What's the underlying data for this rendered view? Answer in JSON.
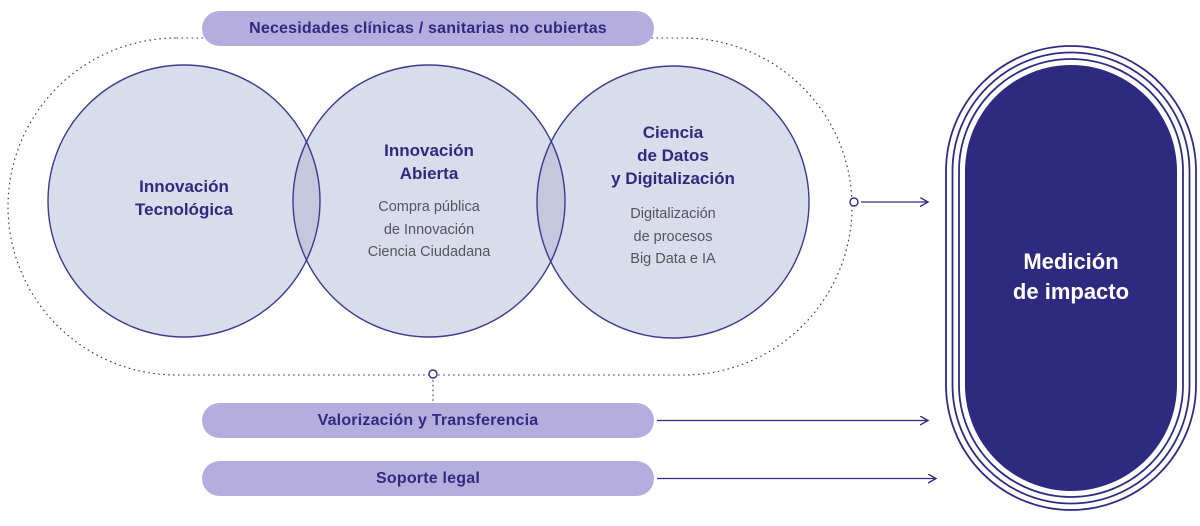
{
  "palette": {
    "indigo": "#312b85",
    "circle_fill": "#d9dcea",
    "overlap_fill": "#c5c8dd",
    "pill_fill": "#b6addf",
    "capsule_fill": "#2e2a80",
    "subtitle_gray": "#54545c"
  },
  "top_banner": {
    "label": "Necesidades clínicas / sanitarias no cubiertas"
  },
  "circles": [
    {
      "title": "Innovación\nTecnológica",
      "subtitle": ""
    },
    {
      "title": "Innovación\nAbierta",
      "subtitle": "Compra pública\nde Innovación\nCiencia Ciudadana"
    },
    {
      "title": "Ciencia\nde Datos\ny Digitalización",
      "subtitle": "Digitalización\nde procesos\nBig Data e IA"
    }
  ],
  "bottom_pills": [
    {
      "label": "Valorización y Transferencia"
    },
    {
      "label": "Soporte legal"
    }
  ],
  "impact": {
    "label": "Medición\nde impacto"
  }
}
